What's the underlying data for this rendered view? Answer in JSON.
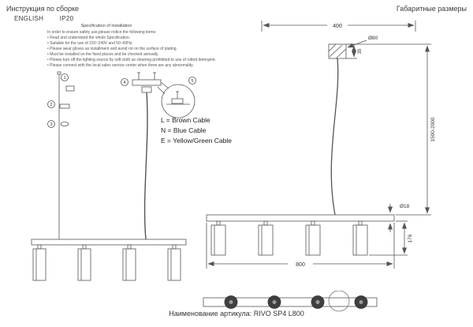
{
  "header": {
    "title": "Инструкция по сборке",
    "lang": "ENGLISH",
    "ip_rating": "IP20",
    "dims_title": "Габаритные размеры"
  },
  "spec": {
    "title": "Specification of installation",
    "intro": "In order to ensure safety use,please notice the following items:",
    "items": [
      "Read and understand the whole Specification.",
      "Suitable for the use of 220~240V and 50~60Hz.",
      "Please wear gloves as installment and avoid rot on the surface of plating.",
      "Must be installed on the fixed places and be checked annually.",
      "Please turn off the lighting source by soft cloth as cleaning prohibited to use of rotted detergent.",
      "Please connect with the local sales service center when there are any abnormality."
    ]
  },
  "cables": {
    "l": "L = Brown Cable",
    "n": "N = Blue Cable",
    "e": "E = Yellow/Green Cable"
  },
  "callouts": [
    "1",
    "2",
    "3",
    "4",
    "5"
  ],
  "dims": {
    "top_span": "400",
    "canopy_dia": "Ø80",
    "canopy_h": "35",
    "drop": "1500-2000",
    "tube_dia": "Ø18",
    "shade_h": "176",
    "bar_len": "800"
  },
  "footer": {
    "article": "Наименование артикула: RIVO SP4 L800"
  }
}
